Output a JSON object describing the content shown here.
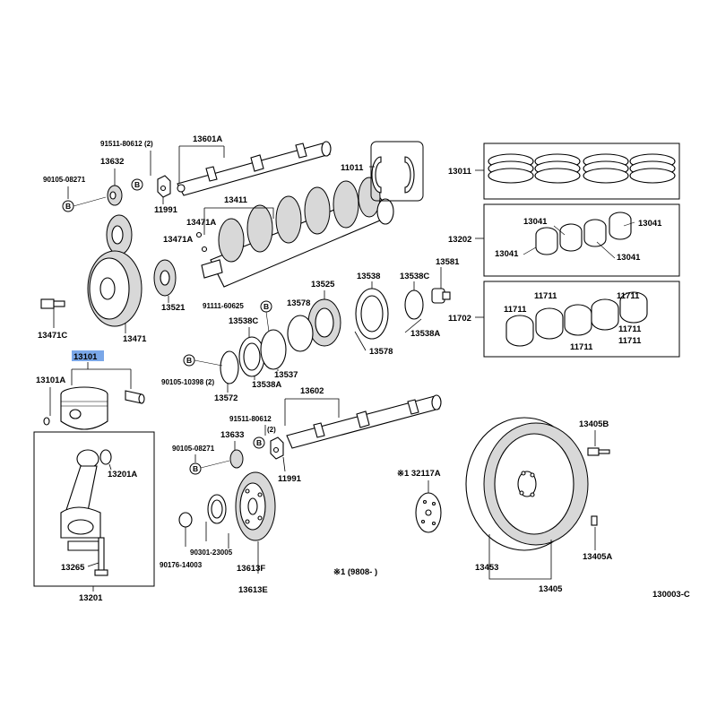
{
  "labels": {
    "p13601A": "13601A",
    "p91511a": "91511-80612 (2)",
    "p13632": "13632",
    "p90105a": "90105-08271",
    "p11991a": "11991",
    "p13411": "13411",
    "p13471A_1": "13471A",
    "p13471A_2": "13471A",
    "p11011": "11011",
    "p13011": "13011",
    "p13202": "13202",
    "p13041_1": "13041",
    "p13041_2": "13041",
    "p13041_3": "13041",
    "p13041_4": "13041",
    "p13521": "13521",
    "p13471": "13471",
    "p13471C": "13471C",
    "p91111": "91111-60625",
    "p13578_1": "13578",
    "p13525": "13525",
    "p13538": "13538",
    "p13538C_1": "13538C",
    "p13581": "13581",
    "p11702": "11702",
    "p11711_1": "11711",
    "p11711_2": "11711",
    "p11711_3": "11711",
    "p11711_4": "11711",
    "p11711_5": "11711",
    "p11711_6": "11711",
    "p13538C_2": "13538C",
    "p13538A_1": "13538A",
    "p13578_2": "13578",
    "p13101": "13101",
    "p13101A": "13101A",
    "p90105b": "90105-10398 (2)",
    "p13572": "13572",
    "p13538A_2": "13538A",
    "p13537": "13537",
    "p13602": "13602",
    "p91511b": "91511-80612",
    "p2": "(2)",
    "p13633": "13633",
    "p90105c": "90105-08271",
    "p11991b": "11991",
    "p13201A": "13201A",
    "p13265": "13265",
    "p13201": "13201",
    "p90301": "90301-23005",
    "p90176": "90176-14003",
    "p13613F": "13613F",
    "p13613E": "13613E",
    "p32117A": "※1 32117A",
    "pNote": "※1 (9808-     )",
    "p13405B": "13405B",
    "p13453": "13453",
    "p13405": "13405",
    "p13405A": "13405A",
    "pRef": "130003-C",
    "bolt_marker": "B"
  },
  "colors": {
    "highlight": "#7aa7e8",
    "line": "#000000",
    "fill_part": "#ffffff",
    "fill_shade": "#d8d8d8"
  }
}
